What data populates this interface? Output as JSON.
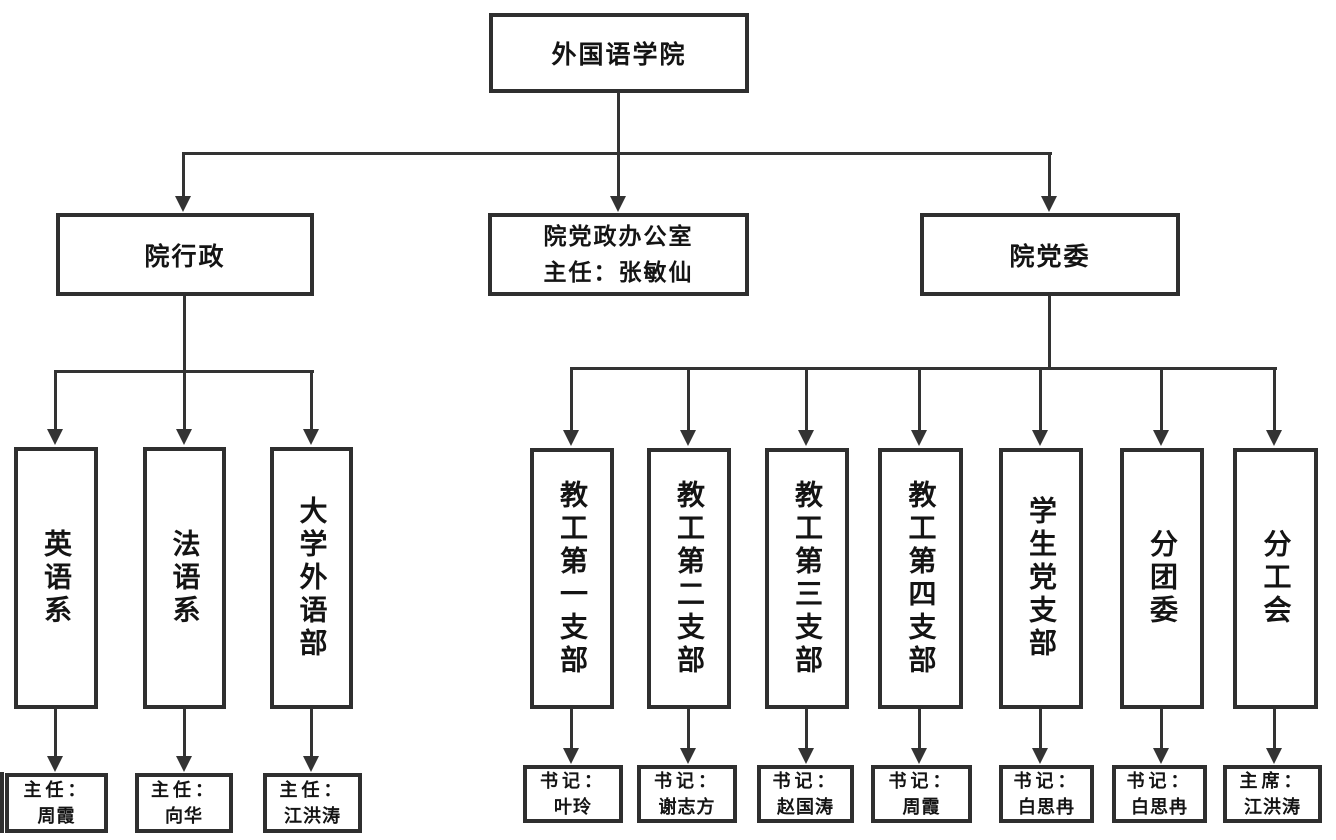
{
  "canvas": {
    "background": "#ffffff",
    "line_color": "#333333",
    "text_color": "#141414"
  },
  "root": {
    "label": "外国语学院"
  },
  "level2": [
    {
      "label": "院行政"
    },
    {
      "label": "院党政办公室",
      "subtitle": "主任：张敏仙"
    },
    {
      "label": "院党委"
    }
  ],
  "departments": [
    {
      "label": "英语系",
      "parent": "院行政"
    },
    {
      "label": "法语系",
      "parent": "院行政"
    },
    {
      "label": "大学外语部",
      "parent": "院行政"
    },
    {
      "label": "教工第一支部",
      "parent": "院党委"
    },
    {
      "label": "教工第二支部",
      "parent": "院党委"
    },
    {
      "label": "教工第三支部",
      "parent": "院党委"
    },
    {
      "label": "教工第四支部",
      "parent": "院党委"
    },
    {
      "label": "学生党支部",
      "parent": "院党委"
    },
    {
      "label": "分团委",
      "parent": "院党委"
    },
    {
      "label": "分工会",
      "parent": "院党委"
    }
  ],
  "leaders": [
    {
      "role": "主任：",
      "name": "周霞"
    },
    {
      "role": "主任：",
      "name": "向华"
    },
    {
      "role": "主任：",
      "name": "江洪涛"
    },
    {
      "role": "书记：",
      "name": "叶玲"
    },
    {
      "role": "书记：",
      "name": "谢志方"
    },
    {
      "role": "书记：",
      "name": "赵国涛"
    },
    {
      "role": "书记：",
      "name": "周霞"
    },
    {
      "role": "书记：",
      "name": "白思冉"
    },
    {
      "role": "书记：",
      "name": "白思冉"
    },
    {
      "role": "主席：",
      "name": "江洪涛"
    }
  ]
}
